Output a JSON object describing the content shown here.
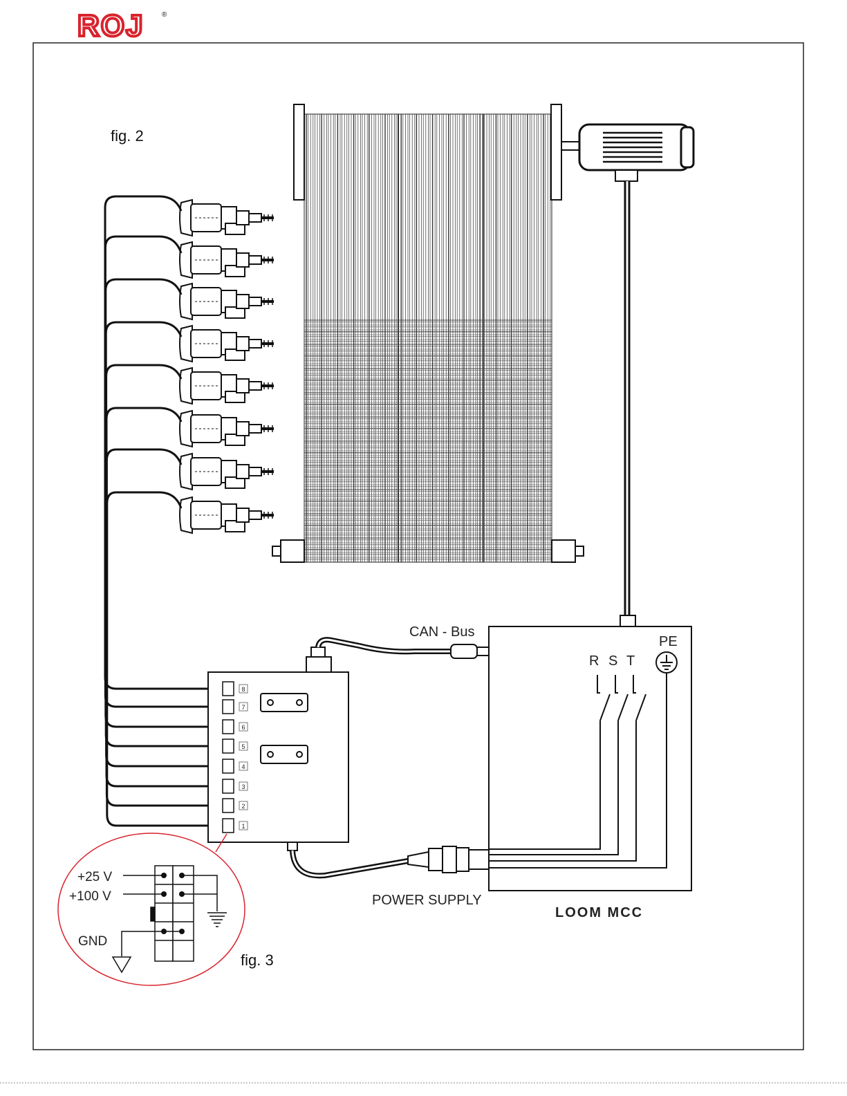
{
  "brand": {
    "logo_text": "ROJ",
    "logo_mark": "®",
    "color": "#d9232d"
  },
  "figures": {
    "fig2_label": "fig. 2",
    "fig3_label": "fig. 3"
  },
  "diagram": {
    "can_bus_label": "CAN - Bus",
    "power_supply_label": "POWER SUPPLY",
    "loom_mcc_label": "LOOM MCC",
    "pe_label": "PE",
    "phases": [
      "R",
      "S",
      "T"
    ],
    "slot_numbers": [
      "8",
      "7",
      "6",
      "5",
      "4",
      "3",
      "2",
      "1"
    ]
  },
  "detail": {
    "v25_label": "+25 V",
    "v100_label": "+100 V",
    "gnd_label": "GND",
    "highlight_color": "#d9232d"
  },
  "icons": {
    "ground": "ground-icon",
    "earth": "protective-earth-icon",
    "motor": "motor-icon",
    "feeder": "yarn-feeder-icon"
  }
}
